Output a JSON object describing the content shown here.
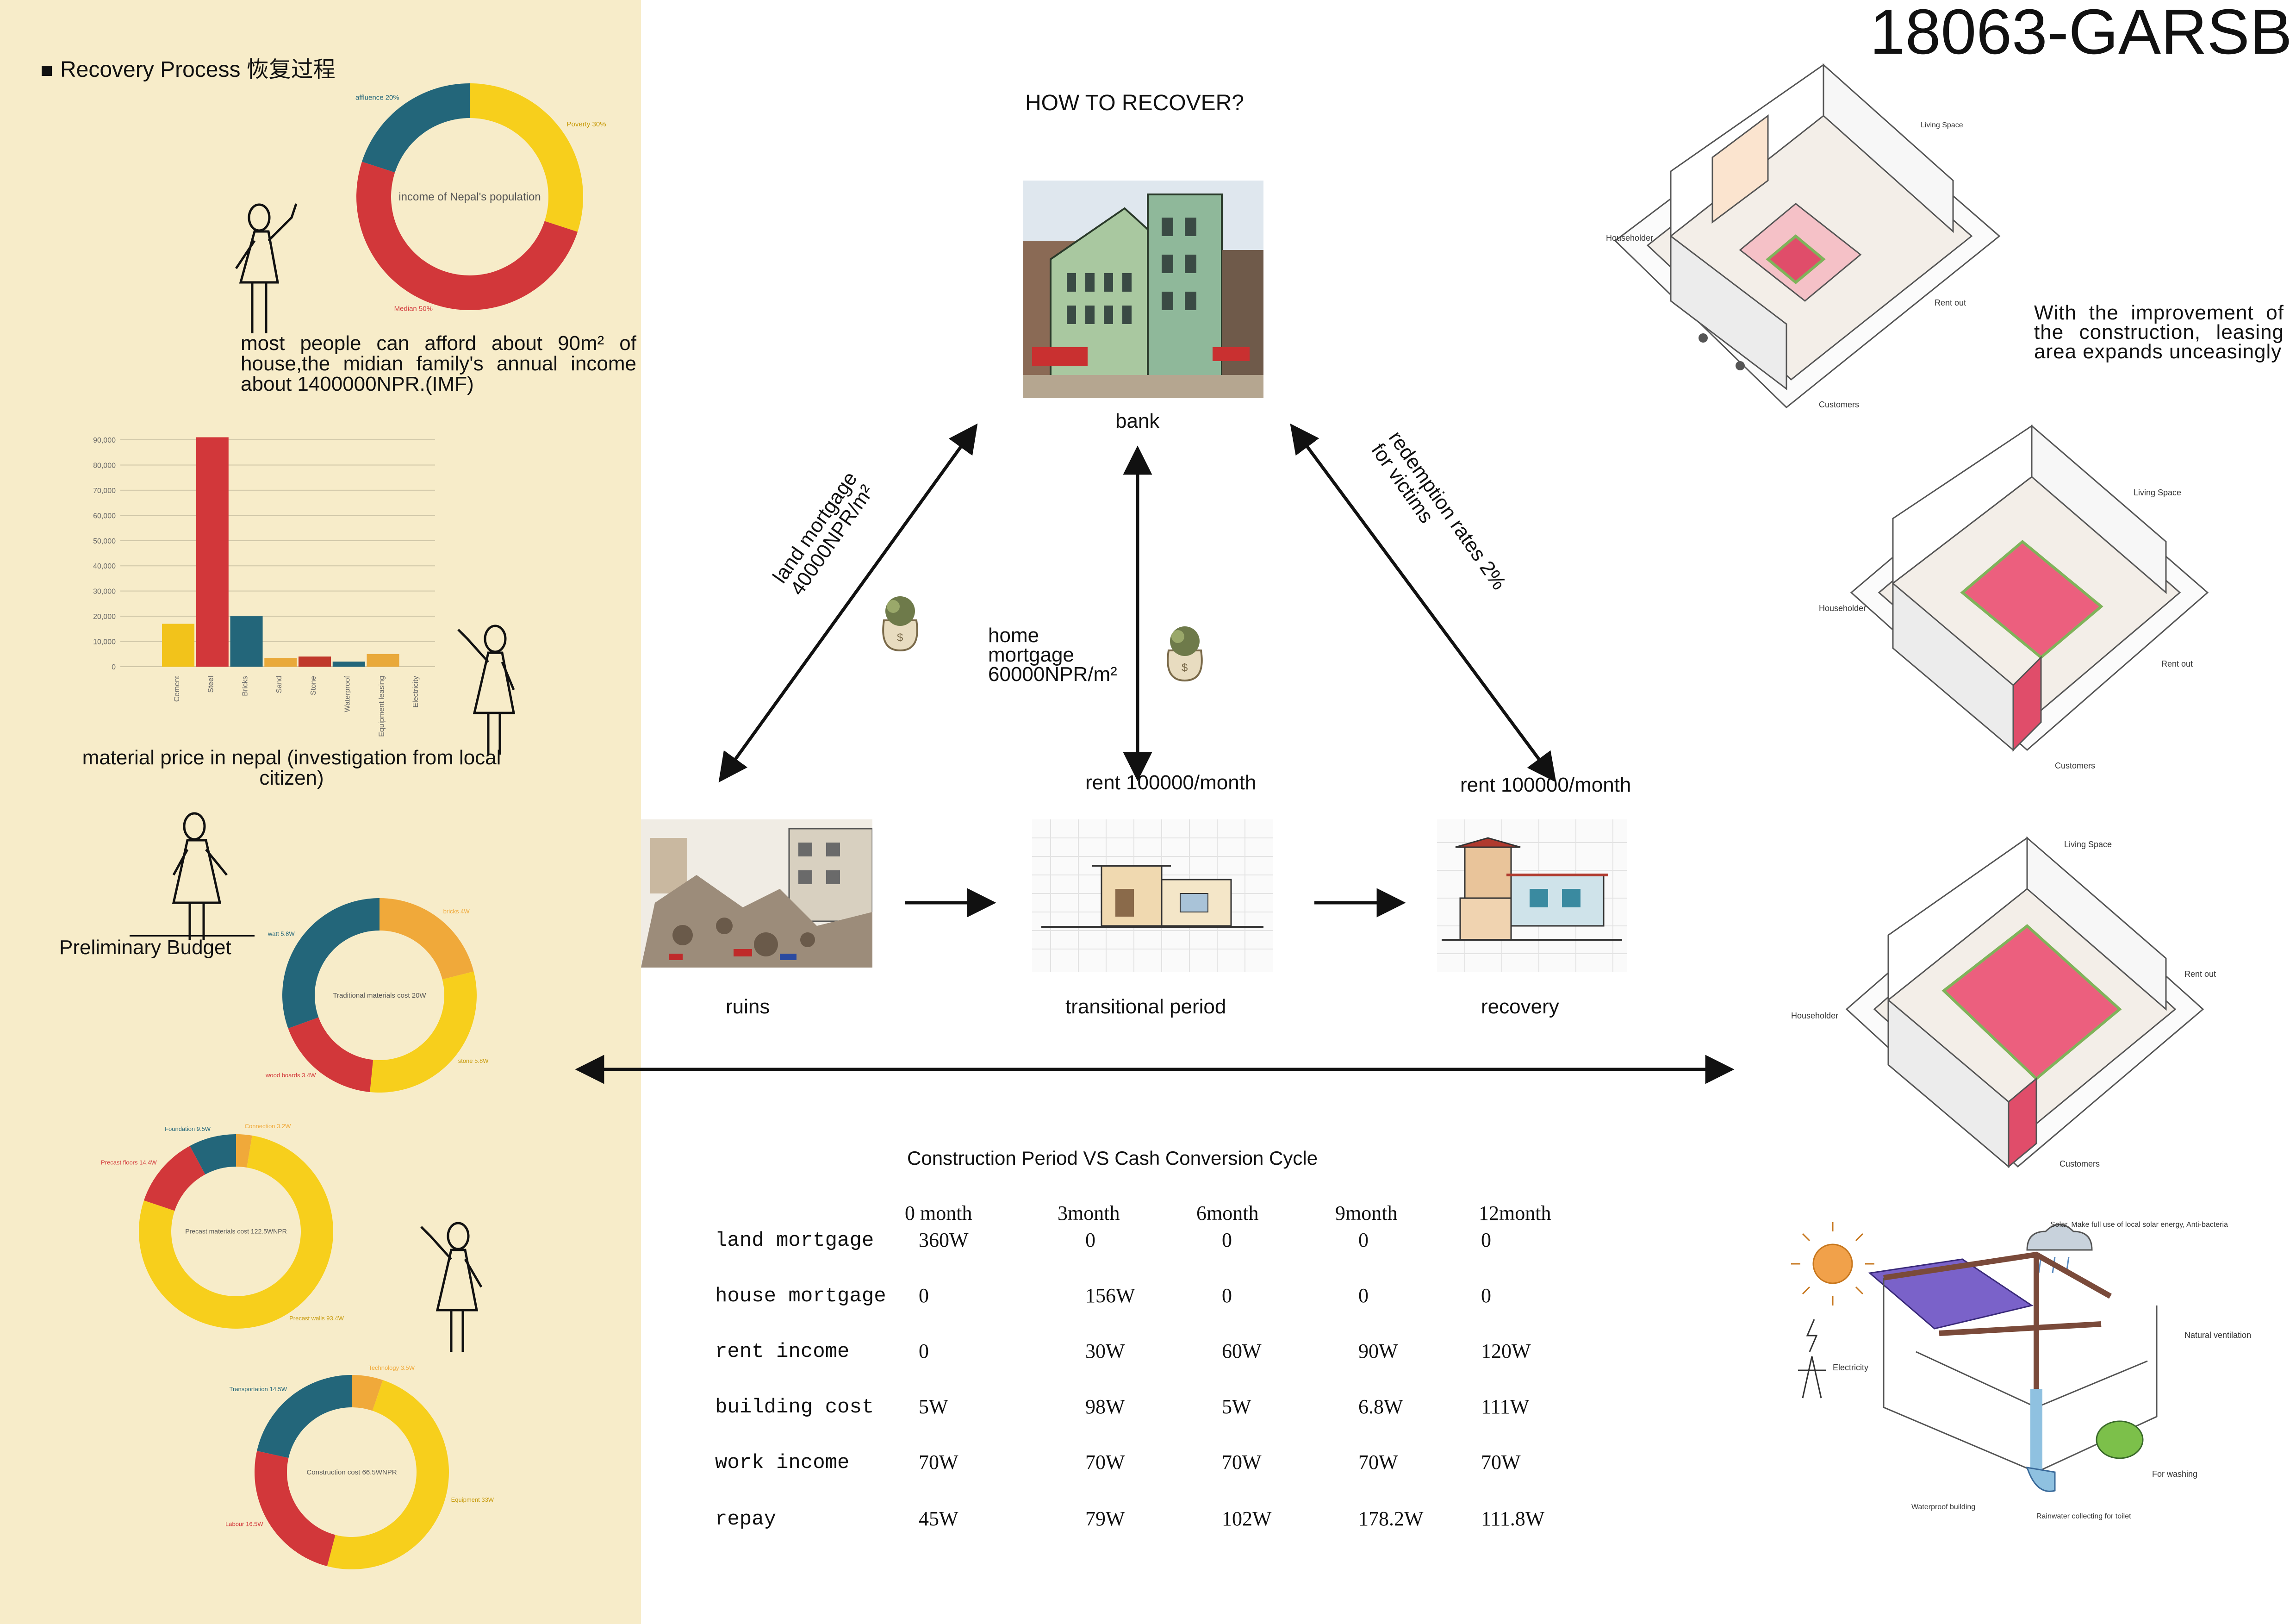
{
  "doc_id": "18063-GARSB",
  "left": {
    "section_title": "Recovery Process 恢复过程",
    "income_caption": "most people can afford about 90m² of house,the midian family's annual income about 1400000NPR.(IMF)",
    "material_caption": "material price in nepal (investigation from local citizen)",
    "budget_caption": "Preliminary Budget"
  },
  "center": {
    "question": "HOW TO RECOVER?",
    "bank": "bank",
    "land_mortgage": "land mortgage 40000NPR/m²",
    "home_mortgage": "home mortgage 60000NPR/m²",
    "redemption": "redemption rates 2% for victims",
    "rent_left": "rent 100000/month",
    "rent_right": "rent 100000/month",
    "stage_ruins": "ruins",
    "stage_transitional": "transitional period",
    "stage_recovery": "recovery"
  },
  "right": {
    "improvement_note": "With the improvement of the construction, leasing area expands unceasingly",
    "diagram_labels": {
      "living_space": "Living Space",
      "householder": "Householder",
      "rent_out": "Rent out",
      "customers": "Customers",
      "solar": "Solar, Make full use of local solar energy, Anti-bacteria",
      "natural_ventilation": "Natural ventilation",
      "electricity": "Electricity",
      "rainwater": "Rainwater collecting for toilet",
      "for_washing": "For washing",
      "waterproof": "Waterproof building"
    }
  },
  "table": {
    "title": "Construction Period VS Cash Conversion Cycle",
    "columns": [
      "0 month",
      "3month",
      "6month",
      "9month",
      "12month"
    ],
    "rows": [
      {
        "label": "land mortgage",
        "values": [
          "360W",
          "0",
          "0",
          "0",
          "0"
        ]
      },
      {
        "label": "house mortgage",
        "values": [
          "0",
          "156W",
          "0",
          "0",
          "0"
        ]
      },
      {
        "label": "rent income",
        "values": [
          "0",
          "30W",
          "60W",
          "90W",
          "120W"
        ]
      },
      {
        "label": "building cost",
        "values": [
          "5W",
          "98W",
          "5W",
          "6.8W",
          "111W"
        ]
      },
      {
        "label": "work income",
        "values": [
          "70W",
          "70W",
          "70W",
          "70W",
          "70W"
        ]
      },
      {
        "label": "repay",
        "values": [
          "45W",
          "79W",
          "102W",
          "178.2W",
          "111.8W"
        ]
      }
    ]
  },
  "chart_data": [
    {
      "type": "pie",
      "title": "income of Nepal's population",
      "slices": [
        {
          "label": "Poverty 30%",
          "value": 30,
          "color": "#f7cf1c"
        },
        {
          "label": "Median 50%",
          "value": 50,
          "color": "#d2373a"
        },
        {
          "label": "affluence 20%",
          "value": 20,
          "color": "#23667a"
        }
      ]
    },
    {
      "type": "bar",
      "categories": [
        "Cement",
        "Steel",
        "Bricks",
        "Sand",
        "Stone",
        "Waterproof",
        "Equipment leasing",
        "Electricity"
      ],
      "series": [
        {
          "values": [
            17000,
            91000,
            20000,
            3500,
            4000,
            2000,
            5000,
            0
          ]
        }
      ],
      "bar_colors": [
        "#f2c31b",
        "#d2373a",
        "#23667a",
        "#e9a93a",
        "#c0392b",
        "#23667a",
        "#e9a93a",
        "#d2373a"
      ],
      "ylim": [
        0,
        90000
      ],
      "yticks": [
        "0",
        "10,000",
        "20,000",
        "30,000",
        "40,000",
        "50,000",
        "60,000",
        "70,000",
        "80,000",
        "90,000"
      ],
      "grid": true
    },
    {
      "type": "pie",
      "title": "Traditional materials cost 20W",
      "slices": [
        {
          "label": "bricks 4W",
          "value": 4,
          "color": "#f0a93a"
        },
        {
          "label": "stone 5.8W",
          "value": 5.8,
          "color": "#f7cf1c"
        },
        {
          "label": "wood boards 3.4W",
          "value": 3.4,
          "color": "#d2373a"
        },
        {
          "label": "watt 5.8W",
          "value": 5.8,
          "color": "#23667a"
        }
      ]
    },
    {
      "type": "pie",
      "title": "Precast materials cost 122.5WNPR",
      "slices": [
        {
          "label": "Connection 3.2W",
          "value": 3.2,
          "color": "#f0a93a"
        },
        {
          "label": "Precast walls 93.4W",
          "value": 93.4,
          "color": "#f7cf1c"
        },
        {
          "label": "Precast floors 14.4W",
          "value": 14.4,
          "color": "#d2373a"
        },
        {
          "label": "Foundation 9.5W",
          "value": 9.5,
          "color": "#23667a"
        }
      ]
    },
    {
      "type": "pie",
      "title": "Construction cost 66.5WNPR",
      "slices": [
        {
          "label": "Technology 3.5W",
          "value": 3.5,
          "color": "#f0a93a"
        },
        {
          "label": "Equipment 33W",
          "value": 33,
          "color": "#f7cf1c"
        },
        {
          "label": "Labour 16.5W",
          "value": 16.5,
          "color": "#d2373a"
        },
        {
          "label": "Transportation 14.5W",
          "value": 14.5,
          "color": "#23667a"
        }
      ]
    }
  ]
}
